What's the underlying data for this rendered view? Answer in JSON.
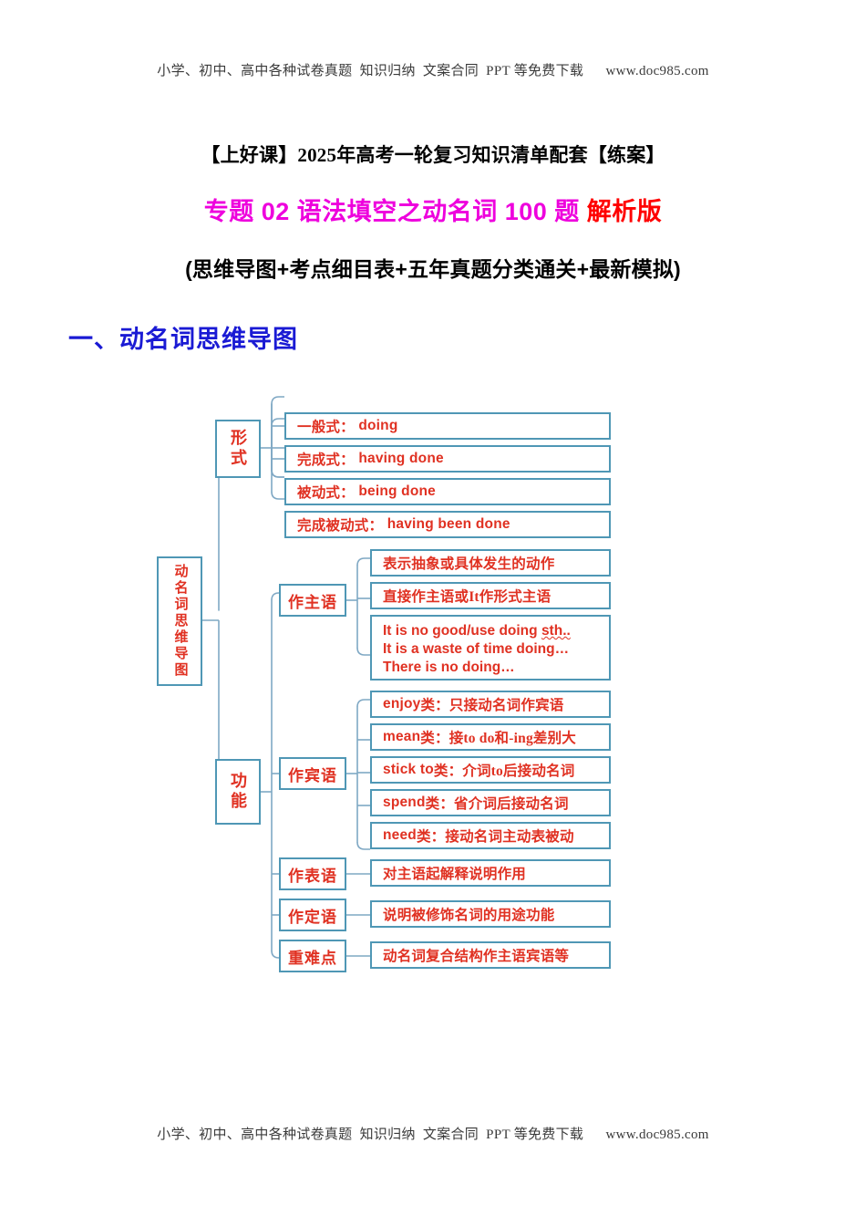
{
  "running_head": "小学、初中、高中各种试卷真题  知识归纳  文案合同  PPT 等免费下载      www.doc985.com",
  "running_foot": "小学、初中、高中各种试卷真题  知识归纳  文案合同  PPT 等免费下载      www.doc985.com",
  "title": {
    "line1": "【上好课】2025年高考一轮复习知识清单配套【练案】",
    "line2_pink": "专题 02 语法填空之动名词 100 题 ",
    "line2_red": "解析版",
    "line3": "(思维导图+考点细目表+五年真题分类通关+最新模拟)"
  },
  "section_heading": "一、动名词思维导图",
  "colors": {
    "border": "#4f97b5",
    "text_red": "#e03122",
    "heading_blue": "#1a1ad4",
    "title_pink": "#ee00dd",
    "title_red": "#ff0000"
  },
  "mindmap": {
    "root": "动名词思维导图",
    "branches": [
      {
        "label": "形式",
        "children": [
          {
            "cjk": "一般式：",
            "en": "doing"
          },
          {
            "cjk": "完成式：",
            "en": "having done"
          },
          {
            "cjk": "被动式：",
            "en": "being done"
          },
          {
            "cjk": "完成被动式：",
            "en": "having been done"
          }
        ]
      },
      {
        "label": "功能",
        "children": [
          {
            "label": "作主语",
            "items": [
              {
                "text": "表示抽象或具体发生的动作"
              },
              {
                "text": "直接作主语或It作形式主语"
              },
              {
                "lines": [
                  "It is no good/use doing sth..",
                  "It is a waste of time doing…",
                  "There is no doing…"
                ]
              }
            ]
          },
          {
            "label": "作宾语",
            "items": [
              {
                "en": "enjoy",
                "cjk": "类：只接动名词作宾语"
              },
              {
                "en": "mean",
                "cjk": "类：接to do和-ing差别大"
              },
              {
                "en": "stick to",
                "cjk": "类：介词to后接动名词"
              },
              {
                "en": "spend",
                "cjk": "类：省介词后接动名词"
              },
              {
                "en": "need",
                "cjk": "类：接动名词主动表被动"
              }
            ]
          },
          {
            "label": "作表语",
            "items": [
              {
                "text": "对主语起解释说明作用"
              }
            ]
          },
          {
            "label": "作定语",
            "items": [
              {
                "text": "说明被修饰名词的用途功能"
              }
            ]
          },
          {
            "label": "重难点",
            "items": [
              {
                "text": "动名词复合结构作主语宾语等"
              }
            ]
          }
        ]
      }
    ]
  }
}
